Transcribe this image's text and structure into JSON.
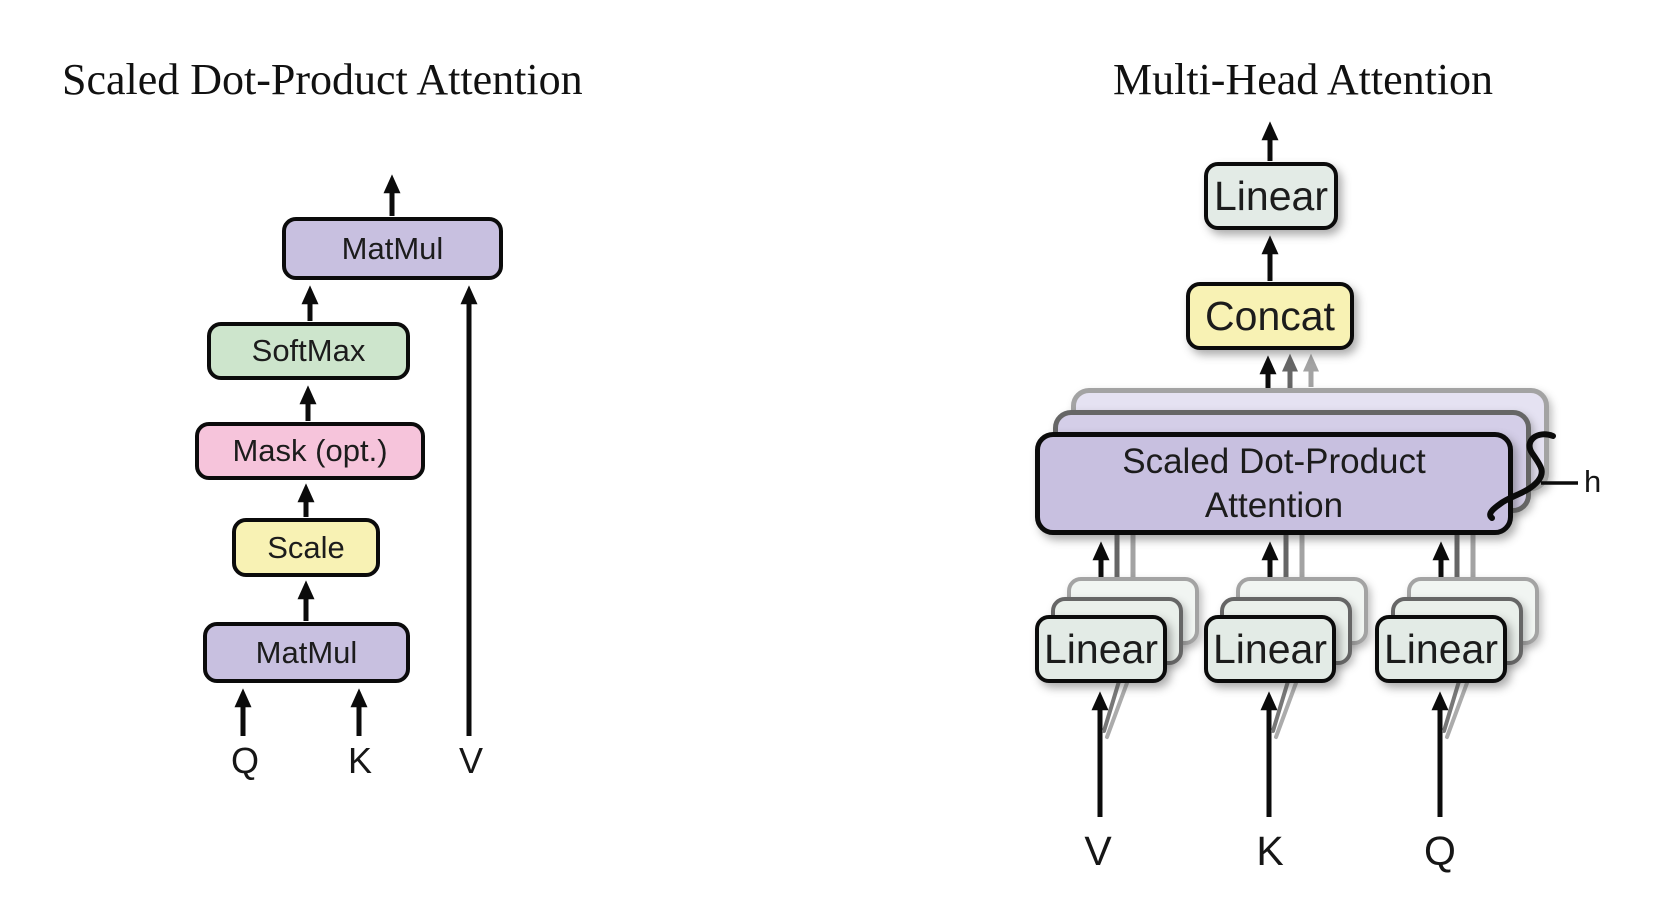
{
  "figure": {
    "left": {
      "title": "Scaled Dot-Product Attention",
      "blocks": {
        "matmul_top": {
          "label": "MatMul"
        },
        "softmax": {
          "label": "SoftMax"
        },
        "mask": {
          "label": "Mask (opt.)"
        },
        "scale": {
          "label": "Scale"
        },
        "matmul_bottom": {
          "label": "MatMul"
        }
      },
      "inputs": {
        "q": "Q",
        "k": "K",
        "v": "V"
      }
    },
    "right": {
      "title": "Multi-Head Attention",
      "blocks": {
        "linear_out": {
          "label": "Linear"
        },
        "concat": {
          "label": "Concat"
        },
        "attention": {
          "line1": "Scaled Dot-Product",
          "line2": "Attention"
        },
        "linear_v": {
          "label": "Linear"
        },
        "linear_k": {
          "label": "Linear"
        },
        "linear_q": {
          "label": "Linear"
        }
      },
      "stack_count_label": "h",
      "inputs": {
        "v": "V",
        "k": "K",
        "q": "Q"
      }
    },
    "colors": {
      "purple": "#C8C0E0",
      "purple_ghost1": "#D4CEE8",
      "purple_ghost2": "#E5E2F2",
      "green": "#CDE5CC",
      "pink": "#F6C4DB",
      "yellow": "#F8F2B4",
      "linear": "#E3EBE6",
      "linear_ghost1": "#EAF0EB",
      "linear_ghost2": "#F1F5F2",
      "ink": "#0B0B0B",
      "ghost_dark": "#666666",
      "ghost_light": "#A3A3A3",
      "text": "#1C1C1C"
    }
  }
}
